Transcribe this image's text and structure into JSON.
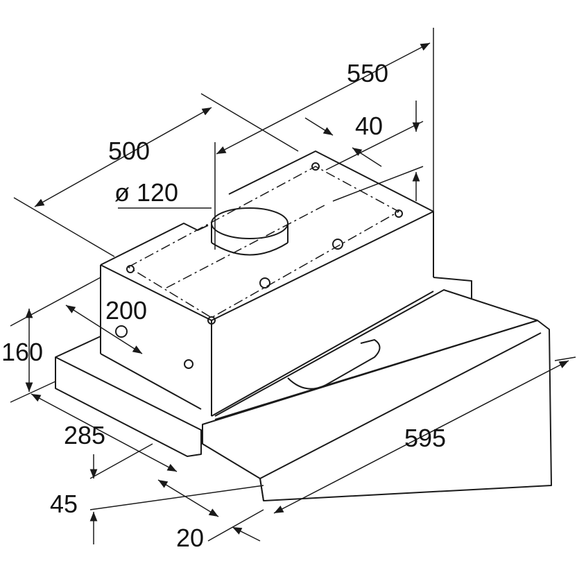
{
  "colors": {
    "line": "#1a1a1a",
    "background": "#ffffff"
  },
  "dimensions": {
    "depth_total": "550",
    "offset_top": "40",
    "width_body": "500",
    "duct_diameter": "ø 120",
    "body_depth_side": "200",
    "height": "160",
    "base_depth": "285",
    "width_total": "595",
    "front_height": "45",
    "front_thickness": "20"
  }
}
